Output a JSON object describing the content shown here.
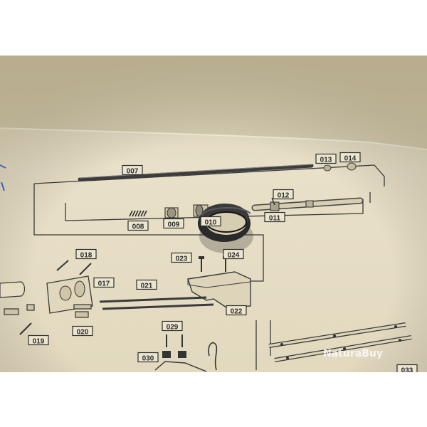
{
  "photo": {
    "subject": "black rubber o-ring on exploded parts diagram",
    "colors": {
      "background": "#ffffff",
      "paper": "#e6ddc4",
      "paper_shadow": "#c7bd9f",
      "line": "#3a3a3a",
      "ring": "#2b2b2b",
      "blue_line": "#3f63b8"
    }
  },
  "part_labels": [
    "007",
    "013",
    "014",
    "012",
    "008",
    "009",
    "010",
    "011",
    "018",
    "017",
    "023",
    "024",
    "021",
    "022",
    "019",
    "020",
    "029",
    "030",
    "033"
  ],
  "watermark": "NaturaBuy"
}
